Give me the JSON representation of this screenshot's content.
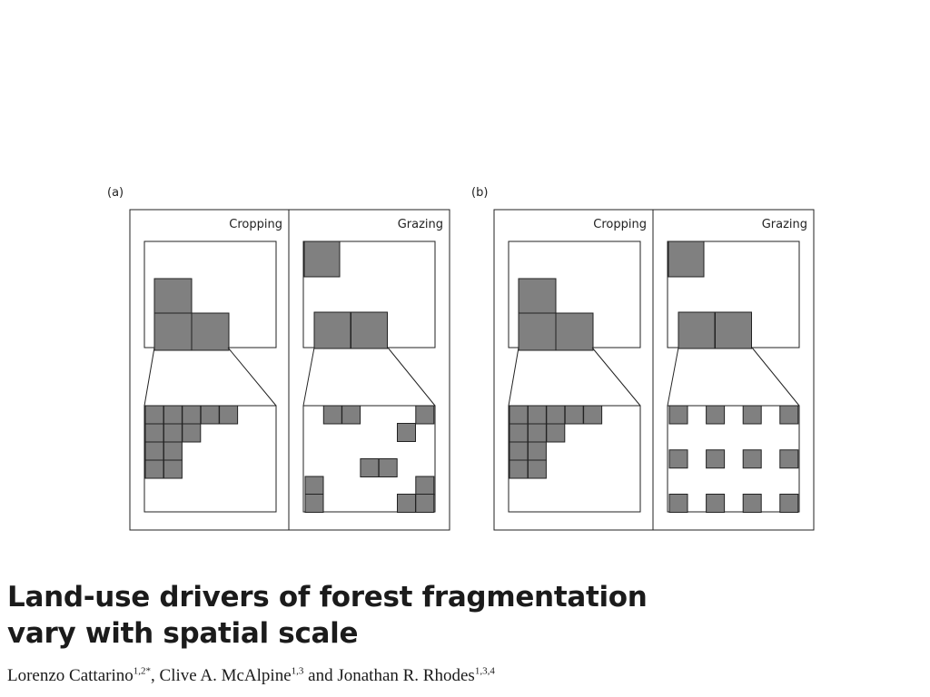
{
  "figure": {
    "panels": [
      {
        "label": "(a)",
        "left_title": "Cropping",
        "right_title": "Grazing",
        "crop_coarse": [
          [
            0,
            0
          ],
          [
            0,
            1
          ],
          [
            1,
            1
          ]
        ],
        "graze_coarse_single": [
          [
            0,
            0
          ]
        ],
        "graze_coarse_pair": [
          [
            0,
            0
          ],
          [
            1,
            0
          ]
        ],
        "crop_fine": [
          [
            0,
            0
          ],
          [
            1,
            0
          ],
          [
            2,
            0
          ],
          [
            3,
            0
          ],
          [
            4,
            0
          ],
          [
            0,
            1
          ],
          [
            1,
            1
          ],
          [
            2,
            1
          ],
          [
            0,
            2
          ],
          [
            1,
            2
          ],
          [
            0,
            3
          ],
          [
            1,
            3
          ]
        ],
        "graze_fine": [
          [
            1,
            0
          ],
          [
            2,
            0
          ],
          [
            6,
            0
          ],
          [
            5,
            1
          ],
          [
            3,
            3
          ],
          [
            4,
            3
          ],
          [
            0,
            4
          ],
          [
            6,
            4
          ],
          [
            0,
            5
          ],
          [
            5,
            5
          ],
          [
            6,
            5
          ]
        ]
      },
      {
        "label": "(b)",
        "left_title": "Cropping",
        "right_title": "Grazing",
        "crop_coarse": [
          [
            0,
            0
          ],
          [
            0,
            1
          ],
          [
            1,
            1
          ]
        ],
        "graze_coarse_single": [
          [
            0,
            0
          ]
        ],
        "graze_coarse_pair": [
          [
            0,
            0
          ],
          [
            1,
            0
          ]
        ],
        "crop_fine": [
          [
            0,
            0
          ],
          [
            1,
            0
          ],
          [
            2,
            0
          ],
          [
            3,
            0
          ],
          [
            4,
            0
          ],
          [
            0,
            1
          ],
          [
            1,
            1
          ],
          [
            2,
            1
          ],
          [
            0,
            2
          ],
          [
            1,
            2
          ],
          [
            0,
            3
          ],
          [
            1,
            3
          ]
        ],
        "graze_fine": [
          [
            0,
            0
          ],
          [
            2,
            0
          ],
          [
            4,
            0
          ],
          [
            6,
            0
          ],
          [
            0,
            2.5
          ],
          [
            2,
            2.5
          ],
          [
            4,
            2.5
          ],
          [
            6,
            2.5
          ],
          [
            0,
            5
          ],
          [
            2,
            5
          ],
          [
            4,
            5
          ],
          [
            6,
            5
          ]
        ]
      }
    ],
    "colors": {
      "cell_fill": "#808080",
      "stroke": "#222222",
      "background": "#ffffff"
    }
  },
  "paper": {
    "title_line1": "Land-use drivers of forest fragmentation",
    "title_line2": "vary with spatial scale",
    "authors": [
      {
        "name": "Lorenzo Cattarino",
        "affil": "1,2*",
        "sep": ", "
      },
      {
        "name": "Clive A. McAlpine",
        "affil": "1,3",
        "sep": " and "
      },
      {
        "name": "Jonathan R. Rhodes",
        "affil": "1,3,4",
        "sep": ""
      }
    ]
  }
}
